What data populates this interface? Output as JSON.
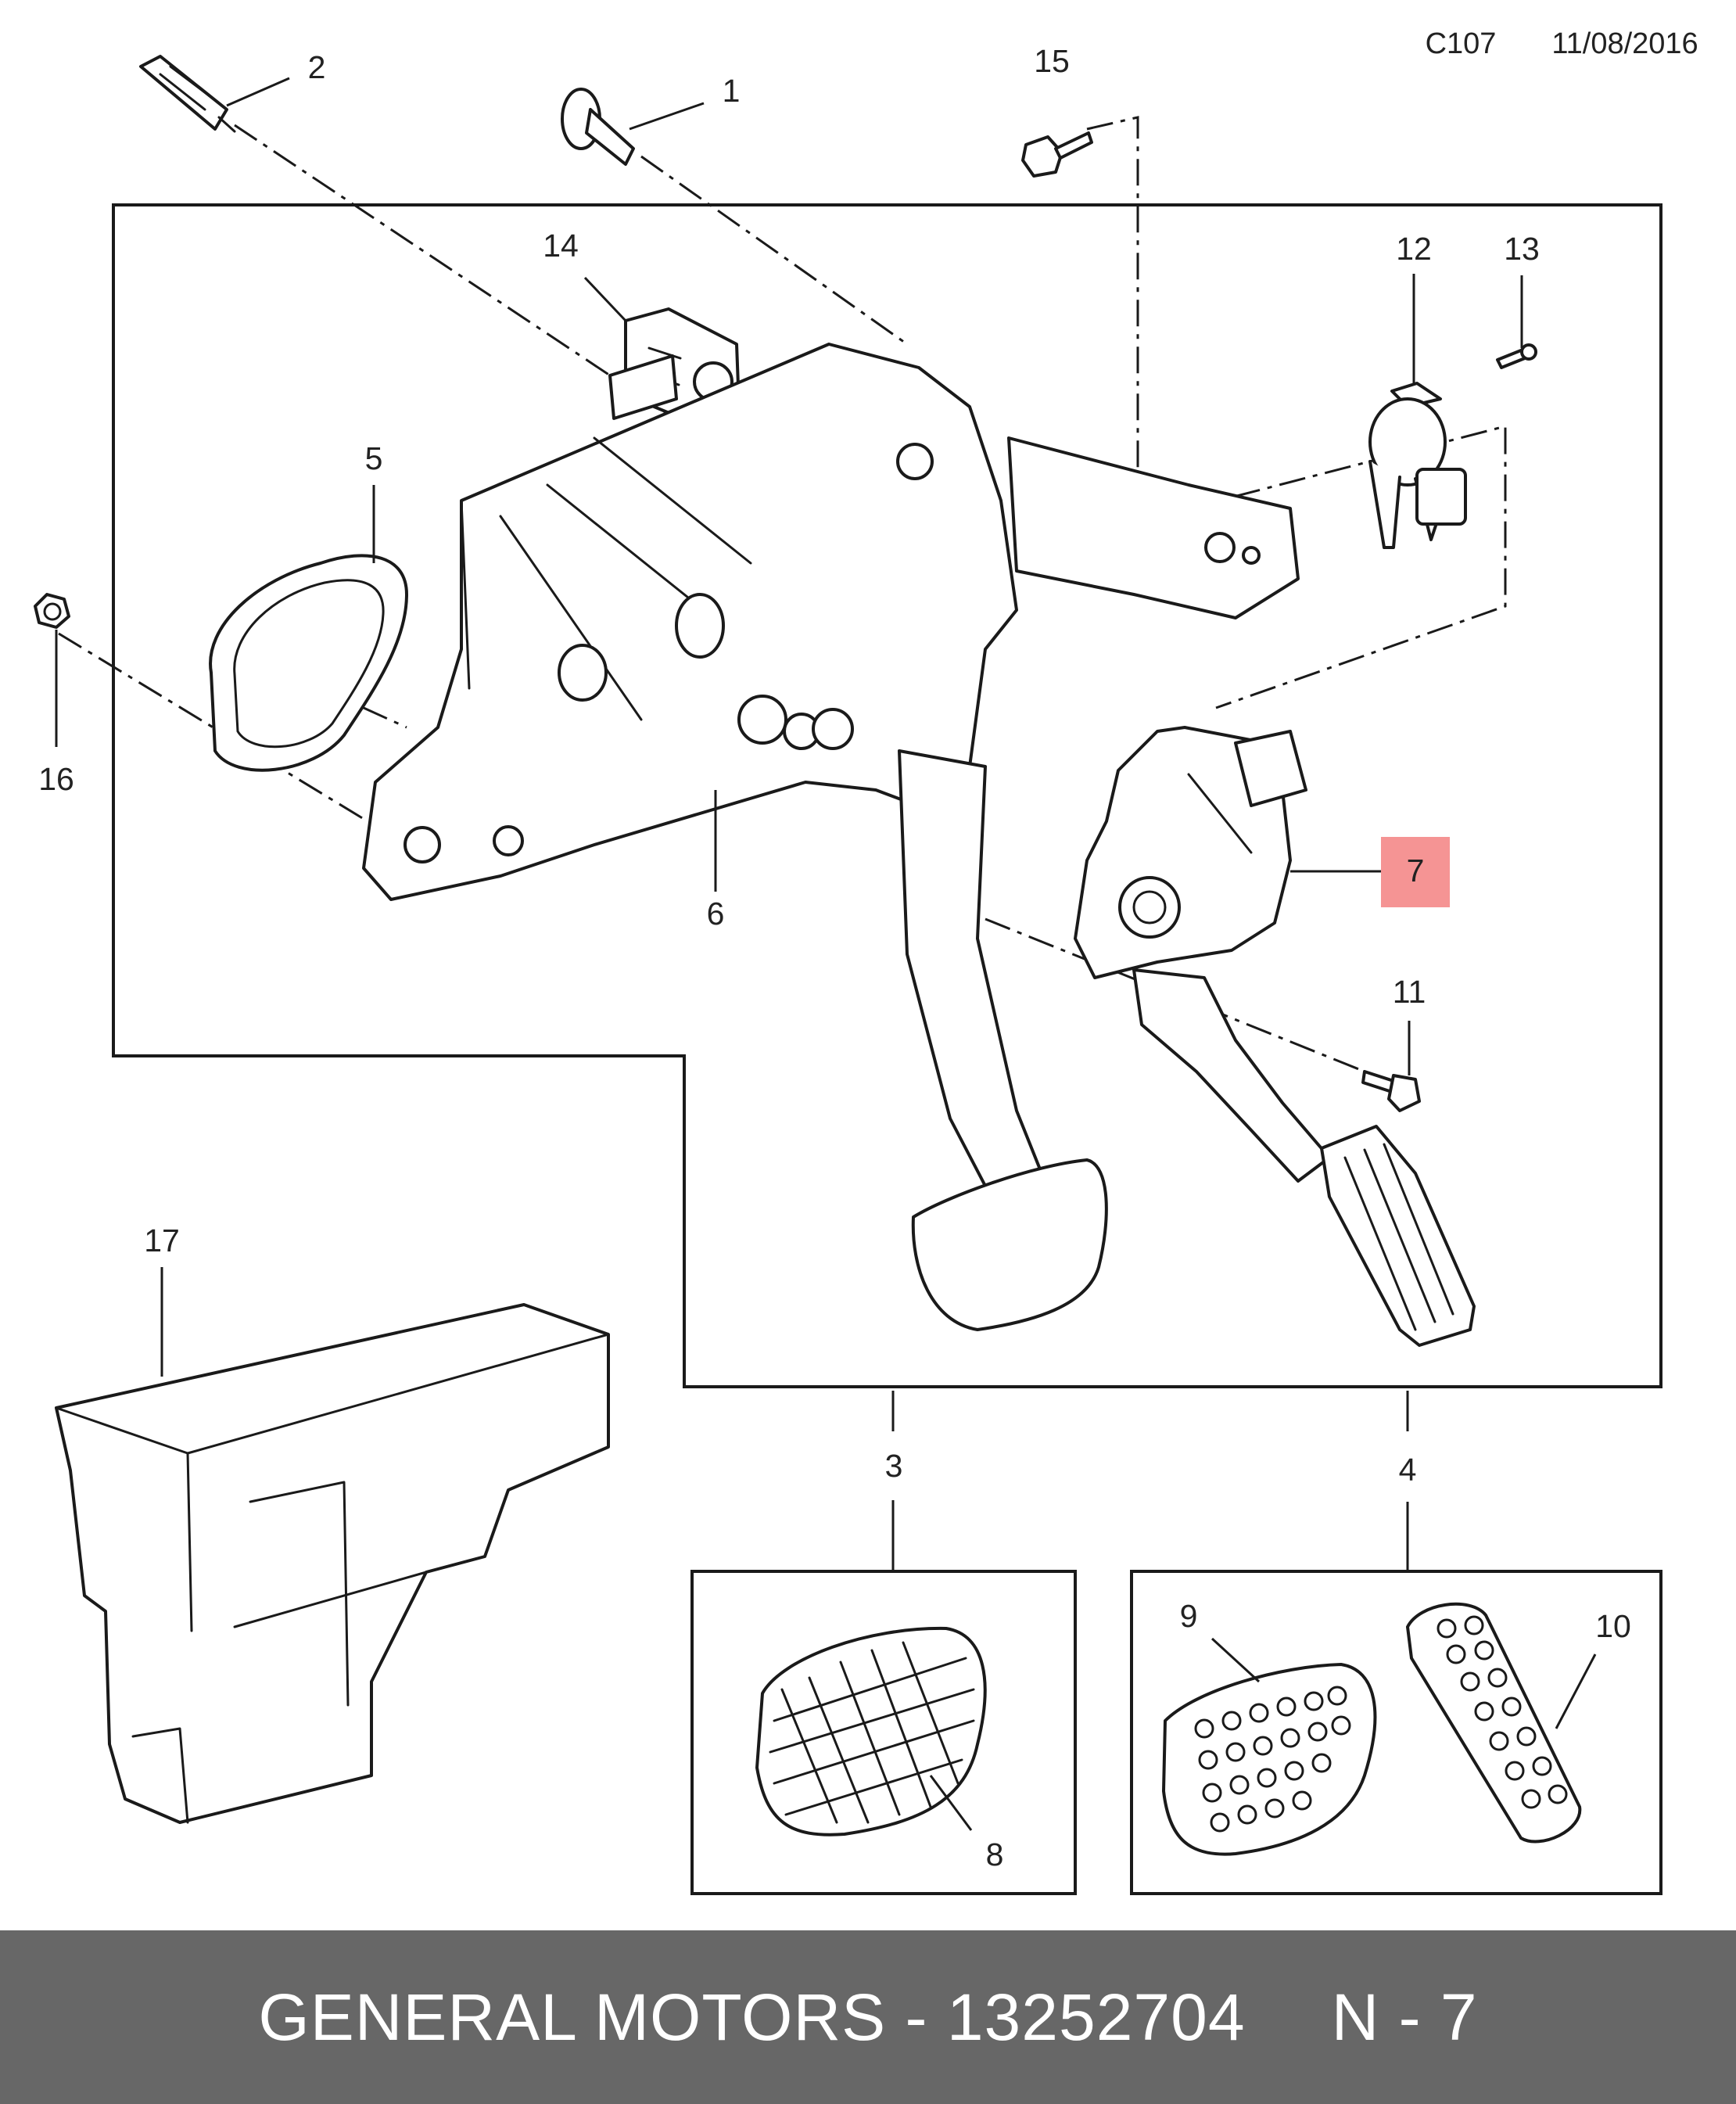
{
  "header": {
    "diagram_code": "C107",
    "date": "11/08/2016"
  },
  "callouts": {
    "c1": "1",
    "c2": "2",
    "c3": "3",
    "c4": "4",
    "c5": "5",
    "c6": "6",
    "c7": "7",
    "c8": "8",
    "c9": "9",
    "c10": "10",
    "c11": "11",
    "c12": "12",
    "c13": "13",
    "c14": "14",
    "c15": "15",
    "c16": "16",
    "c17": "17"
  },
  "highlight": {
    "callout": "7",
    "color": "#f59494"
  },
  "footer": {
    "part_text": "GENERAL MOTORS - 13252704",
    "ref_text": "N - 7",
    "background": "#676767"
  }
}
